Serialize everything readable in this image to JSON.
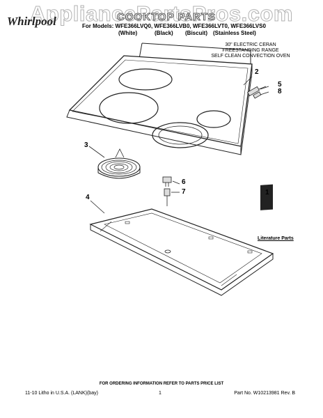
{
  "watermark": "AppliancePartsPros.com",
  "brand": "Whirlpool",
  "title": "COOKTOP PARTS",
  "models_line": "For Models: WFE366LVQ0, WFE366LVB0, WFE366LVT0, WFE366LVS0",
  "variants": [
    "(White)",
    "(Black)",
    "(Biscuit)",
    "(Stainless Steel)"
  ],
  "description": [
    "30\" ELECTRIC CERAN",
    "FREESTANDING RANGE",
    "SELF CLEAN CONVECTION OVEN"
  ],
  "callouts": [
    "1",
    "2",
    "3",
    "4",
    "5",
    "6",
    "7",
    "8"
  ],
  "literature_label": "Literature Parts",
  "footer": {
    "note": "FOR ORDERING INFORMATION REFER TO PARTS PRICE LIST",
    "left": "11-10 Litho in U.S.A. (LANK)(bay)",
    "page": "1",
    "part_no": "Part No. W10213981 Rev. B"
  }
}
